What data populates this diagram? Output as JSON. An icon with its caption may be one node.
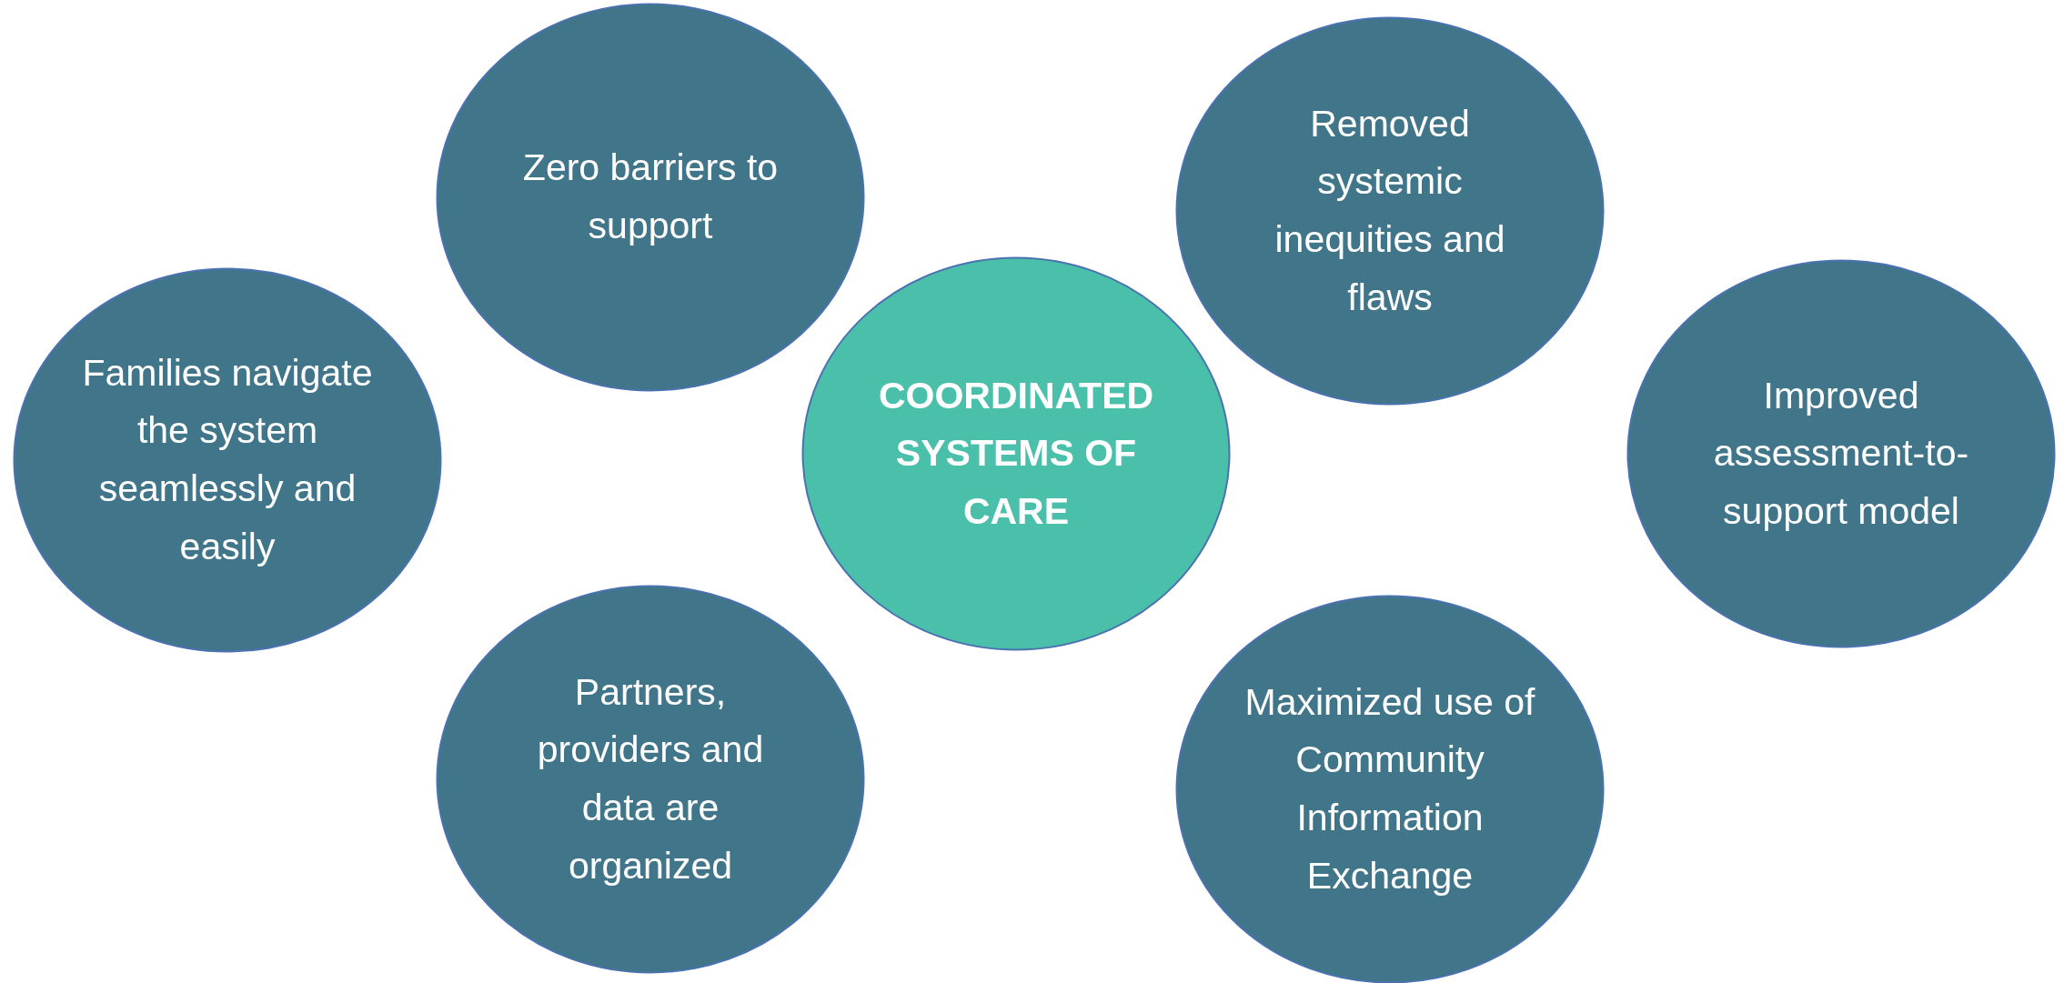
{
  "diagram": {
    "nodes": [
      {
        "text": [
          "Zero barriers to support"
        ]
      },
      {
        "text": [
          "Removed systemic inequities and flaws"
        ]
      },
      {
        "text": [
          "Families navigate the system seamlessly and easily"
        ]
      },
      {
        "text": [
          "COORDINATED SYSTEMS OF CARE"
        ]
      },
      {
        "text": [
          "Improved assessment-to-support model"
        ]
      },
      {
        "text": [
          "Partners, providers and data are organized"
        ]
      },
      {
        "text": [
          "Maximized use of Community Information Exchange"
        ]
      }
    ]
  }
}
